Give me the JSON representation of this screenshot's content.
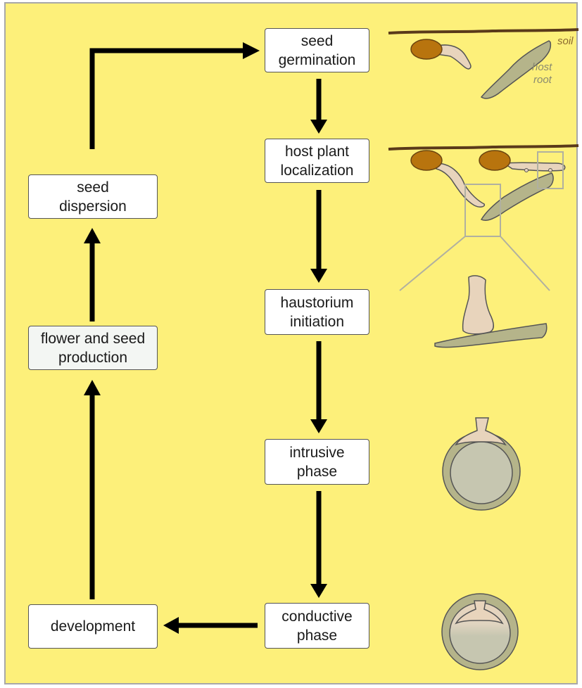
{
  "stages": {
    "seed_germination": "seed\ngermination",
    "host_plant_localization": "host plant\nlocalization",
    "haustorium_initiation": "haustorium\ninitiation",
    "intrusive_phase": "intrusive\nphase",
    "conductive_phase": "conductive\nphase",
    "development": "development",
    "flower_and_seed_production": "flower and seed\nproduction",
    "seed_dispersion": "seed\ndispersion"
  },
  "illustration_labels": {
    "soil": "soil",
    "host_root": "host\nroot"
  },
  "colors": {
    "background": "#fdf07a",
    "seed": "#b8740e",
    "parasite_radicle": "#e8d4bc",
    "host_root": "#b5b48a",
    "root_interior": "#c6c6b0",
    "soil_line": "#5a3a1a",
    "arrow": "#000000"
  }
}
